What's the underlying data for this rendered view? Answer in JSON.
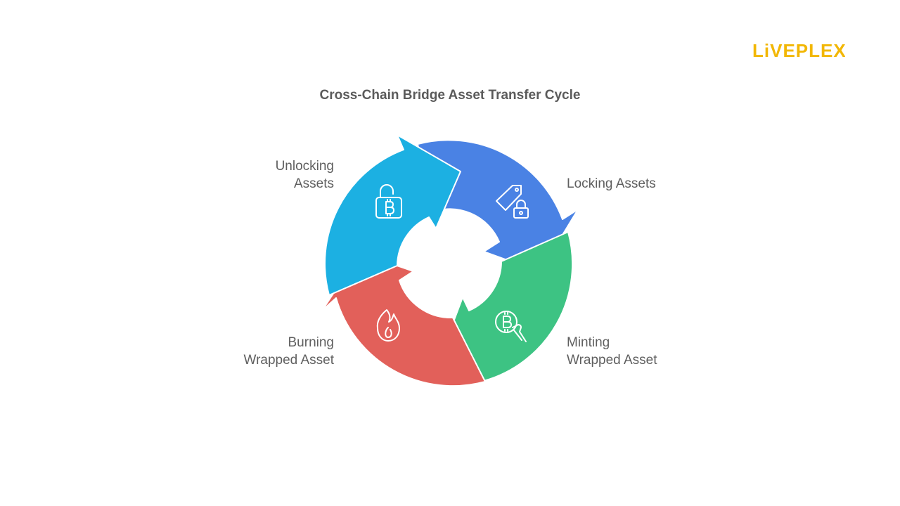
{
  "brand": {
    "name": "LiVEPLEX",
    "color": "#f2b705"
  },
  "title": "Cross-Chain Bridge Asset Transfer Cycle",
  "cycle": [
    {
      "lines": [
        "Locking Assets"
      ],
      "color": "#4a82e4",
      "icon": "tag-lock-icon"
    },
    {
      "lines": [
        "Minting",
        "Wrapped Asset"
      ],
      "color": "#3dc383",
      "icon": "hand-bitcoin-icon"
    },
    {
      "lines": [
        "Burning",
        "Wrapped Asset"
      ],
      "color": "#e2605a",
      "icon": "flame-icon"
    },
    {
      "lines": [
        "Unlocking",
        "Assets"
      ],
      "color": "#1cb0e2",
      "icon": "bitcoin-unlock-icon"
    }
  ]
}
